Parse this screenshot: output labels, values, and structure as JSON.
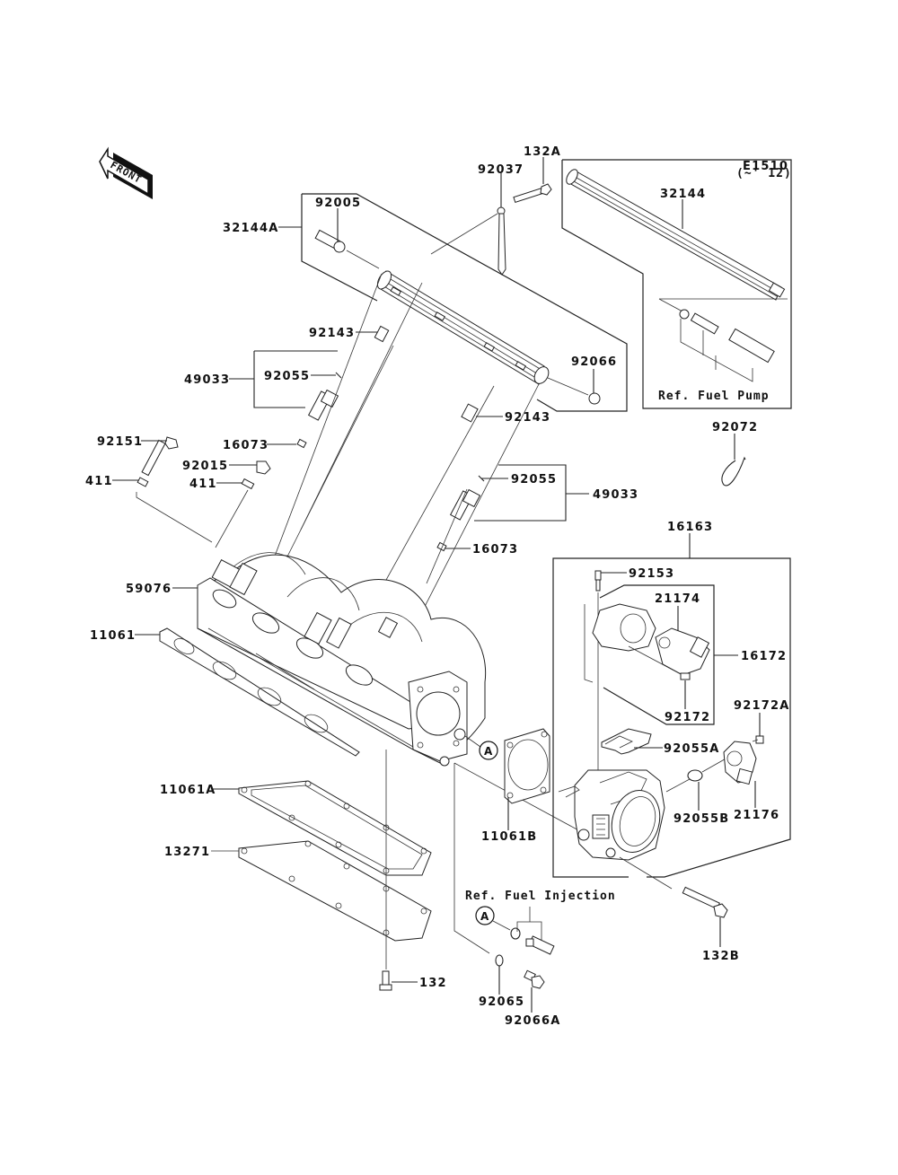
{
  "diagram": {
    "code": "E1510",
    "front_label": "FRONT",
    "year_note": "(~' 12)",
    "ref_fuel_pump": "Ref. Fuel  Pump",
    "ref_fuel_injection": "Ref. Fuel  Injection",
    "callout_a": "A",
    "parts": {
      "p132A": "132A",
      "p92037": "92037",
      "p32144A": "32144A",
      "p92005": "92005",
      "p32144": "32144",
      "p92143_top": "92143",
      "p49033_left": "49033",
      "p92055_left": "92055",
      "p92066": "92066",
      "p92143_mid": "92143",
      "p92072": "92072",
      "p92151": "92151",
      "p16073_left": "16073",
      "p92015": "92015",
      "p411_left": "411",
      "p411_right": "411",
      "p92055_right": "92055",
      "p49033_right": "49033",
      "p16163": "16163",
      "p16073_right": "16073",
      "p59076": "59076",
      "p92153": "92153",
      "p21174": "21174",
      "p11061": "11061",
      "p16172": "16172",
      "p92172": "92172",
      "p92172A": "92172A",
      "p92055A": "92055A",
      "p11061A": "11061A",
      "p92055B": "92055B",
      "p21176": "21176",
      "p11061B": "11061B",
      "p13271": "13271",
      "p132B": "132B",
      "p132": "132",
      "p92065": "92065",
      "p92066A": "92066A"
    }
  }
}
